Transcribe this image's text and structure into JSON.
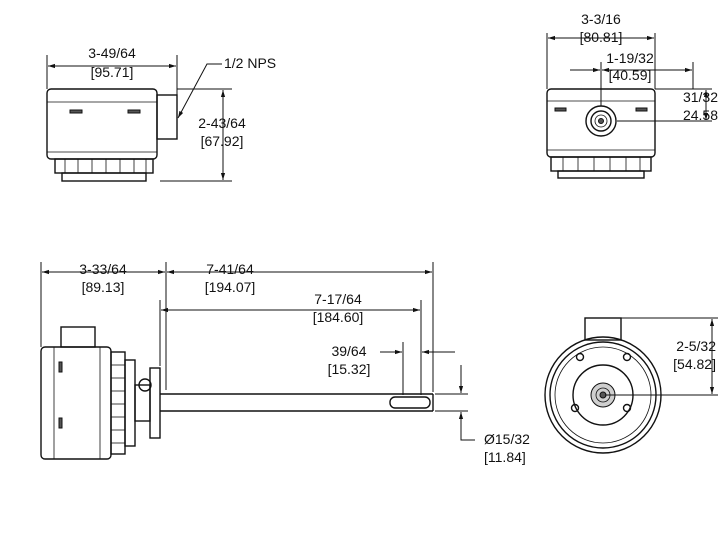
{
  "views": {
    "top_left": {
      "width_label": "3-49/64",
      "width_label_mm": "[95.71]",
      "thread_label": "1/2 NPS",
      "height_label": "2-43/64",
      "height_label_mm": "[67.92]"
    },
    "top_right": {
      "width_label": "3-3/16",
      "width_label_mm": "[80.81]",
      "offset_label": "1-19/32",
      "offset_label_mm": "[40.59]",
      "vertical_label": "31/32",
      "vertical_label_mm": "24.58"
    },
    "side": {
      "body_label": "3-33/64",
      "body_label_mm": "[89.13]",
      "probe_total_label": "7-41/64",
      "probe_total_label_mm": "[194.07]",
      "probe_label": "7-17/64",
      "probe_label_mm": "[184.60]",
      "slot_label": "39/64",
      "slot_label_mm": "[15.32]",
      "diameter_label": "Ø15/32",
      "diameter_label_mm": "[11.84]"
    },
    "end": {
      "height_label": "2-5/32",
      "height_label_mm": "[54.82]"
    }
  }
}
